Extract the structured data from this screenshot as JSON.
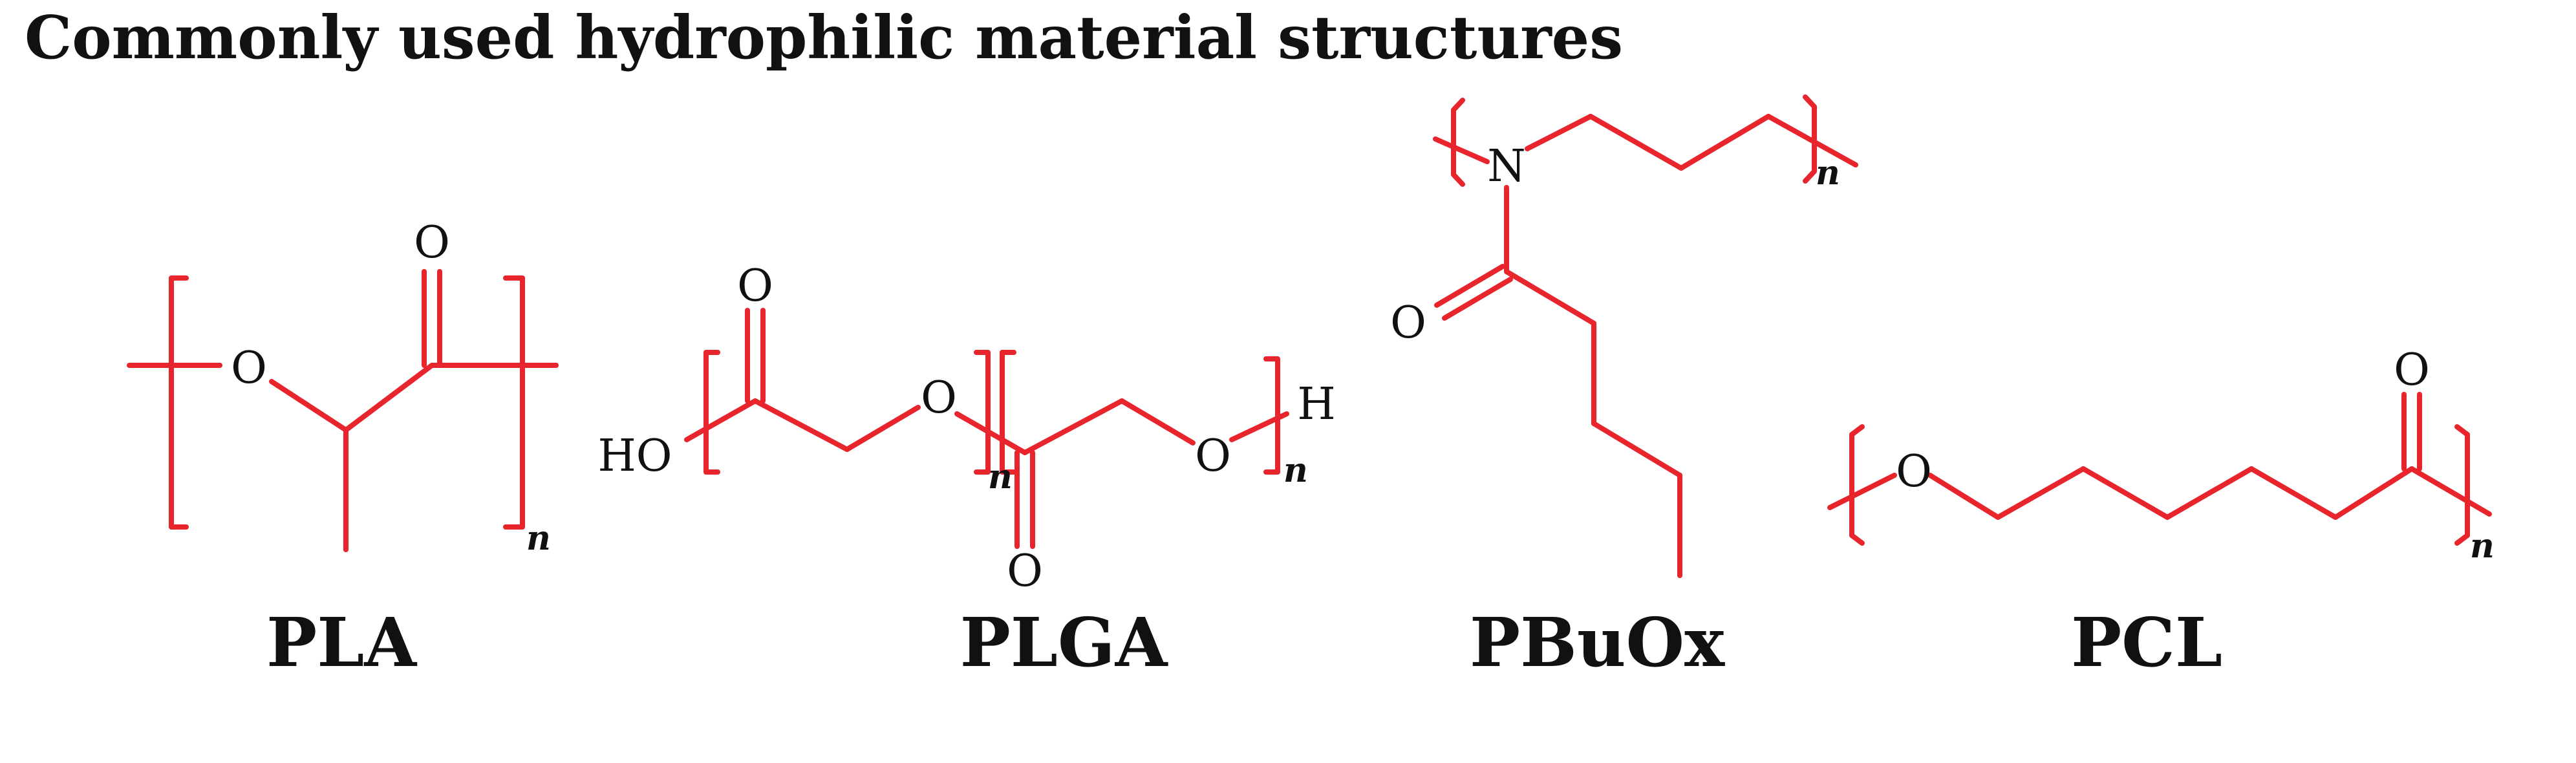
{
  "title": "Commonly used hydrophilic material structures",
  "colors": {
    "bond": "#e8242c",
    "text": "#111111",
    "background": "#ffffff"
  },
  "structures": {
    "pla": {
      "name": "PLA",
      "atoms": {
        "ring_o": "O",
        "carbonyl_o": "O",
        "repeat": "n"
      }
    },
    "plga": {
      "name": "PLGA",
      "atoms": {
        "ho": "HO",
        "carbonyl_o_top": "O",
        "ester_o_1": "O",
        "repeat_1": "n",
        "carbonyl_o_bottom": "O",
        "ester_o_2": "O",
        "end_h": "H",
        "repeat_2": "n"
      }
    },
    "pbuox": {
      "name": "PBuOx",
      "atoms": {
        "nitrogen": "N",
        "repeat": "n",
        "carbonyl_o": "O"
      }
    },
    "pcl": {
      "name": "PCL",
      "atoms": {
        "ester_o": "O",
        "carbonyl_o": "O",
        "repeat": "n"
      }
    }
  }
}
